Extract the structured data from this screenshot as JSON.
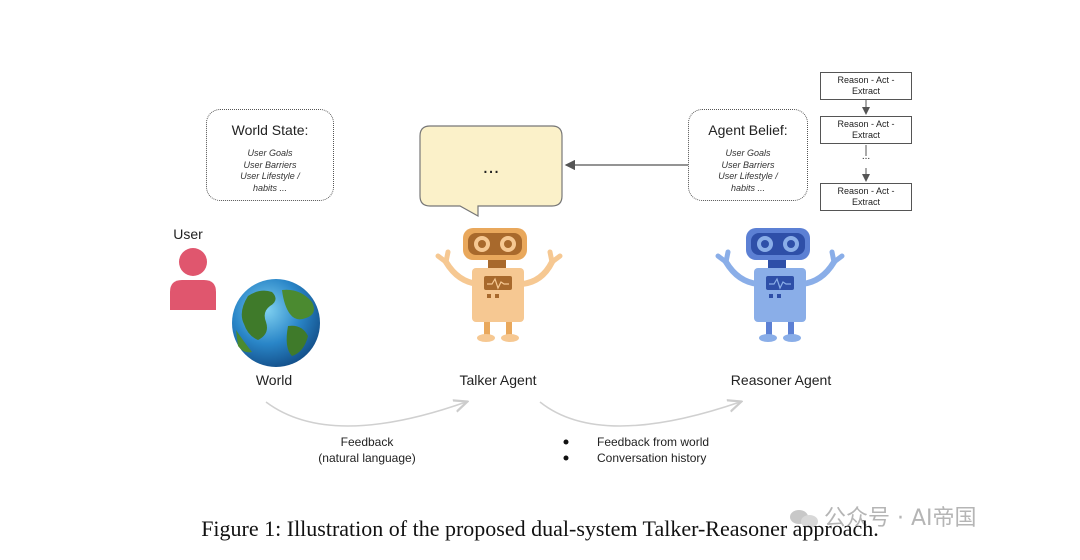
{
  "world_state": {
    "title": "World State:",
    "items": [
      "User Goals",
      "User Barriers",
      "User Lifestyle /",
      "habits ..."
    ]
  },
  "agent_belief": {
    "title": "Agent Belief:",
    "items": [
      "User Goals",
      "User Barriers",
      "User Lifestyle /",
      "habits ..."
    ]
  },
  "reasoning_steps": {
    "steps": [
      [
        "Reason - Act -",
        "Extract"
      ],
      [
        "Reason - Act -",
        "Extract"
      ],
      [
        "Reason - Act -",
        "Extract"
      ]
    ],
    "ellipsis": "..."
  },
  "speech_bubble": {
    "text": "..."
  },
  "labels": {
    "user": "User",
    "world": "World",
    "talker": "Talker Agent",
    "reasoner": "Reasoner Agent"
  },
  "feedback": {
    "line1": "Feedback",
    "line2": "(natural language)"
  },
  "memory_bullets": [
    "Feedback from world",
    "Conversation history"
  ],
  "caption": "Figure 1: Illustration of the proposed dual-system Talker-Reasoner approach.",
  "watermark": "公众号 · AI帝国",
  "colors": {
    "talker_body": "#f6c892",
    "talker_face": "#a8692c",
    "reasoner_body": "#8aaee8",
    "reasoner_face": "#2e4fa8",
    "user": "#e0566e",
    "bubble": "#fbf1c9"
  }
}
